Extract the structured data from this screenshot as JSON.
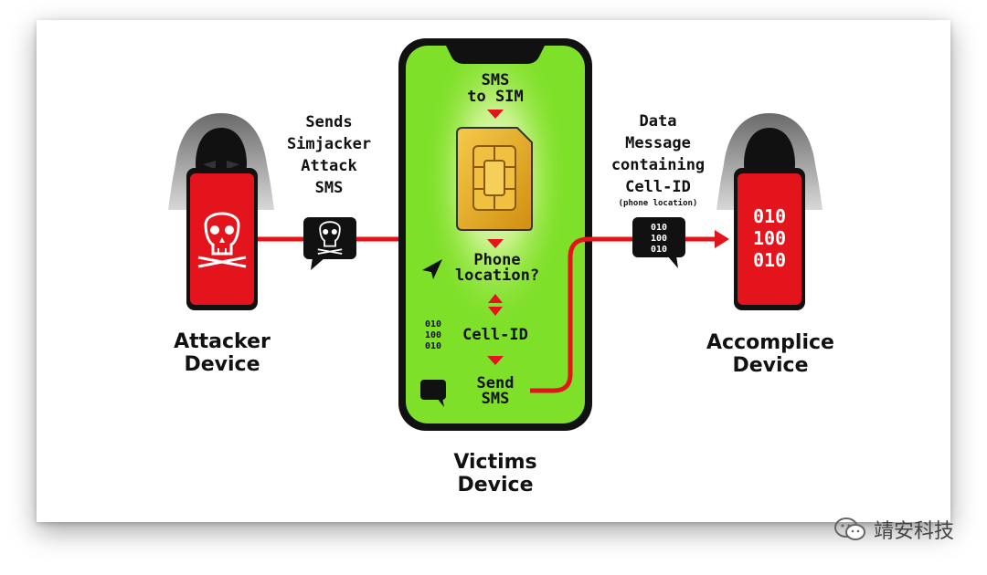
{
  "attacker": {
    "caption_line1": "Attacker",
    "caption_line2": "Device",
    "message_lines": [
      "Sends",
      "Simjacker",
      "Attack",
      "SMS"
    ]
  },
  "victim": {
    "caption_line1": "Victims",
    "caption_line2": "Device",
    "step_sms_to_sim": [
      "SMS",
      "to SIM"
    ],
    "step_phone_location": [
      "Phone",
      "location?"
    ],
    "step_cell_id": "Cell-ID",
    "step_send_sms": [
      "Send",
      "SMS"
    ],
    "binary_lines": [
      "010",
      "100",
      "010"
    ]
  },
  "accomplice": {
    "caption_line1": "Accomplice",
    "caption_line2": "Device",
    "message_lines": [
      "Data",
      "Message",
      "containing",
      "Cell-ID"
    ],
    "message_note": "(phone location)",
    "binary_lines": [
      "010",
      "100",
      "010"
    ],
    "bubble_binary": [
      "010",
      "100",
      "010"
    ]
  },
  "watermark": {
    "text": "靖安科技"
  },
  "colors": {
    "phone_red": "#e3141b",
    "screen_green": "#7fe02a",
    "arrow_red": "#e3141b",
    "sim_gold": "#e0a820",
    "bubble_black": "#111111"
  },
  "icons": [
    "skull-icon",
    "sim-card-icon",
    "location-arrow-icon",
    "chat-bubble-icon",
    "hooded-figure-icon"
  ]
}
